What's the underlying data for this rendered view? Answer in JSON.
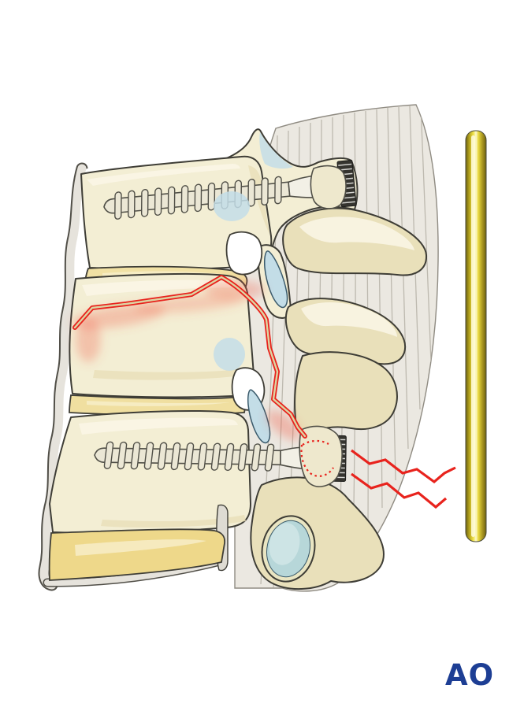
{
  "logo": {
    "text": "AO"
  },
  "colors": {
    "background": "#ffffff",
    "bone": "#f3eed4",
    "boneShade": "#e8dfb8",
    "boneDark": "#e9e0ba",
    "boneHighlight": "#faf6e6",
    "outline": "#3e3d36",
    "disc": "#f1e1a4",
    "disc2": "#f0dfa0",
    "disc3": "#eed88a",
    "cartilage": "#c3dde7",
    "cartilageTeal": "#b7d7d9",
    "muscle": "#ebe8e1",
    "muscleStripe": "#bdb9af",
    "ligament": "#e6e3dc",
    "ligamentEdge": "#514f48",
    "screw": "#ebe7d5",
    "screwNeck": "#f2f0e6",
    "screwMetal": "#c7c7c5",
    "knurl": "#35342f",
    "knurlRib": "#d6d6d2",
    "fracture": "#e8231d",
    "fractureCore": "#ddd5a4",
    "rodDark": "#6e6210",
    "rodMid": "#e8d83e",
    "rodLight": "#fdf9d0",
    "logoBlue": "#1d3e94"
  },
  "illustration": {
    "parts": [
      "paraspinal-muscle",
      "anterior-longitudinal-ligament",
      "upper-vertebra",
      "middle-vertebra",
      "lower-vertebra",
      "intervertebral-disc-upper",
      "intervertebral-disc-middle",
      "intervertebral-disc-lower",
      "pedicle-screw-upper",
      "pedicle-screw-lower",
      "fracture-line",
      "hidden-fracture-dotted",
      "distraction-zigzag",
      "facet-cartilage",
      "fixation-rod",
      "ao-logo"
    ]
  }
}
